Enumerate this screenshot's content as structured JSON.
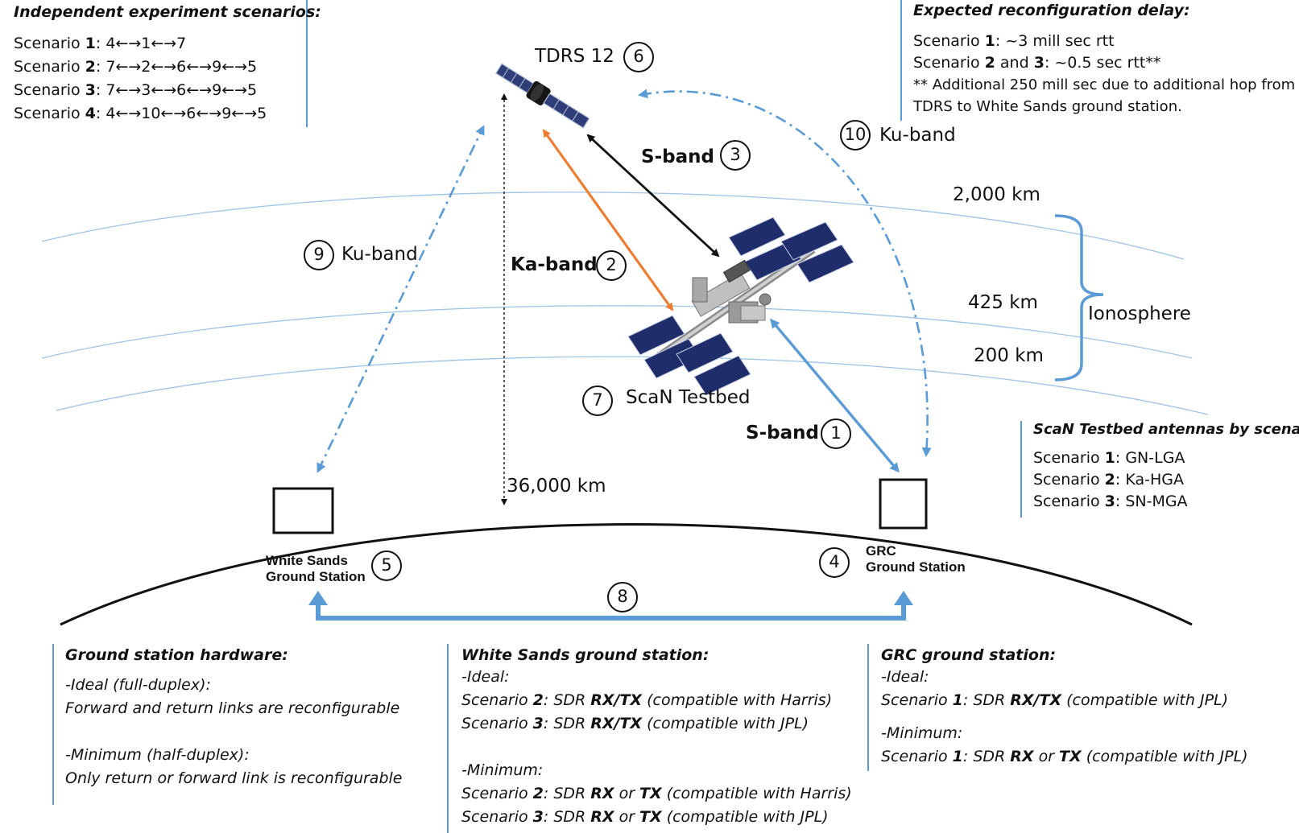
{
  "top_left": {
    "title": "Independent experiment scenarios:",
    "rows": [
      {
        "prefix": "Scenario ",
        "num": "1",
        "rest": ": 4←→1←→7"
      },
      {
        "prefix": "Scenario ",
        "num": "2",
        "rest": ": 7←→2←→6←→9←→5"
      },
      {
        "prefix": "Scenario ",
        "num": "3",
        "rest": ": 7←→3←→6←→9←→5"
      },
      {
        "prefix": "Scenario ",
        "num": "4",
        "rest": ": 4←→10←→6←→9←→5"
      }
    ]
  },
  "top_right": {
    "title": "Expected reconfiguration delay:",
    "row1": {
      "prefix": "Scenario ",
      "num": "1",
      "rest": ": ~3 mill sec rtt"
    },
    "row2": {
      "prefix": "Scenario ",
      "num": "2",
      "mid": " and ",
      "num2": "3",
      "rest": ": ~0.5 sec rtt**"
    },
    "row3": "** Additional 250 mill sec due to additional hop from",
    "row4": "TDRS to White Sands ground station."
  },
  "right_panel": {
    "title": "ScaN Testbed antennas by scenario:",
    "rows": [
      {
        "prefix": "Scenario ",
        "num": "1",
        "rest": ": GN-LGA"
      },
      {
        "prefix": "Scenario ",
        "num": "2",
        "rest": ": Ka-HGA"
      },
      {
        "prefix": "Scenario ",
        "num": "3",
        "rest": ": SN-MGA"
      }
    ]
  },
  "diagram": {
    "tdrs": "TDRS 12",
    "tdrs_num": "6",
    "sband_top": "S-band",
    "sband_top_num": "3",
    "kaband": "Ka-band",
    "kaband_num": "2",
    "kuband_left": "Ku-band",
    "kuband_left_num": "9",
    "kuband_right": "Ku-band",
    "kuband_right_num": "10",
    "scan": "ScaN Testbed",
    "scan_num": "7",
    "sband_bottom": "S-band",
    "sband_bottom_num": "1",
    "alt_2000": "2,000 km",
    "alt_425": "425 km",
    "alt_200": "200 km",
    "ionosphere": "Ionosphere",
    "alt_36000": "36,000 km",
    "ws_station_line1": "White Sands",
    "ws_station_line2": "Ground Station",
    "ws_num": "5",
    "grc_station_line1": "GRC",
    "grc_station_line2": "Ground Station",
    "grc_num": "4",
    "ground_link_num": "8"
  },
  "bottom_left": {
    "title": "Ground station hardware:",
    "l1": "-Ideal (full-duplex):",
    "l2": "Forward and return links are reconfigurable",
    "l3": "-Minimum (half-duplex):",
    "l4": "Only return or forward link is reconfigurable"
  },
  "bottom_mid": {
    "title": "White Sands ground station:",
    "ideal": "-Ideal:",
    "r1": {
      "prefix": "Scenario ",
      "num": "2",
      "mid": ": SDR ",
      "b": "RX/TX",
      "rest": " (compatible with Harris)"
    },
    "r2": {
      "prefix": "Scenario ",
      "num": "3",
      "mid": ": SDR ",
      "b": "RX/TX",
      "rest": " (compatible with JPL)"
    },
    "minimum": "-Minimum:",
    "r3": {
      "prefix": "Scenario ",
      "num": "2",
      "mid": ": SDR ",
      "b1": "RX",
      "or": " or ",
      "b2": "TX",
      "rest": " (compatible with Harris)"
    },
    "r4": {
      "prefix": "Scenario ",
      "num": "3",
      "mid": ": SDR ",
      "b1": "RX",
      "or": " or ",
      "b2": "TX",
      "rest": " (compatible with JPL)"
    }
  },
  "bottom_right": {
    "title": "GRC ground station:",
    "ideal": "-Ideal:",
    "r1": {
      "prefix": "Scenario ",
      "num": "1",
      "mid": ": SDR ",
      "b": "RX/TX",
      "rest": " (compatible with JPL)"
    },
    "minimum": "-Minimum:",
    "r2": {
      "prefix": "Scenario ",
      "num": "1",
      "mid": ": SDR ",
      "b1": "RX",
      "or": " or ",
      "b2": "TX",
      "rest": " (compatible with JPL)"
    }
  },
  "colors": {
    "blue": "#5b9bd5",
    "orange": "#ed7d31",
    "panel_blue": "#1f3a8a"
  }
}
